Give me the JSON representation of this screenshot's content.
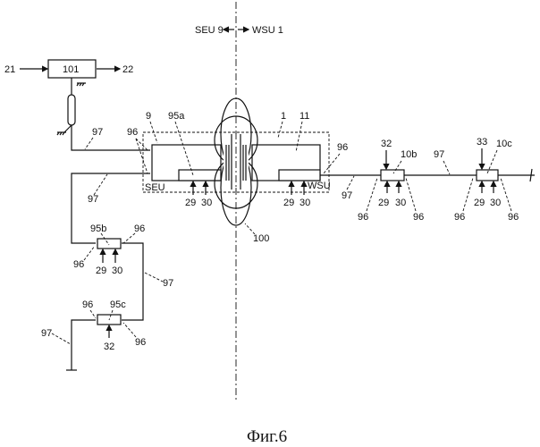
{
  "figure": {
    "caption": "Фиг.6",
    "direction_left": "SEU 9",
    "direction_right": "WSU 1"
  },
  "labels": {
    "in21": "21",
    "out22": "22",
    "block101": "101",
    "l97a": "97",
    "l97b": "97",
    "l97c": "97",
    "l97d": "97",
    "l97e": "97",
    "l9": "9",
    "l95a": "95a",
    "l96a": "96",
    "l1": "1",
    "l11": "11",
    "l96b": "96",
    "seu": "SEU",
    "wsu": "WSU",
    "a29": "29",
    "a30": "30",
    "b29": "29",
    "b30": "30",
    "l100": "100",
    "l32b": "32",
    "l10b": "10b",
    "c29": "29",
    "c30": "30",
    "l96c": "96",
    "l96d": "96",
    "l33": "33",
    "l10c": "10c",
    "d29": "29",
    "d30": "30",
    "l96e": "96",
    "l96f": "96",
    "l95b": "95b",
    "l96g": "96",
    "l96h": "96",
    "e29": "29",
    "e30": "30",
    "l95c": "95c",
    "l96i": "96",
    "l96j": "96",
    "l32c": "32"
  }
}
